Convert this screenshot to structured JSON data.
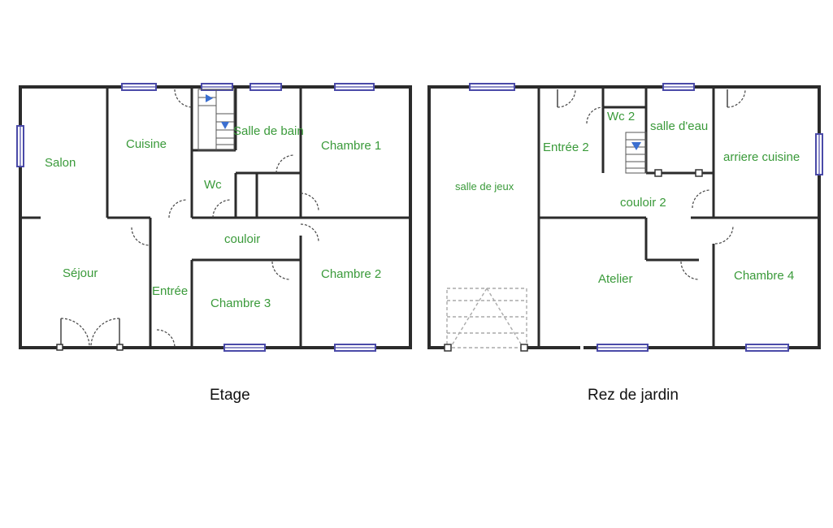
{
  "plans": [
    {
      "caption": "Etage",
      "rooms": {
        "salon": "Salon",
        "cuisine": "Cuisine",
        "salle_de_bain": "Salle de bain",
        "chambre1": "Chambre 1",
        "wc": "Wc",
        "couloir": "couloir",
        "sejour": "Séjour",
        "entree": "Entrée",
        "chambre3": "Chambre 3",
        "chambre2": "Chambre 2"
      }
    },
    {
      "caption": "Rez de jardin",
      "rooms": {
        "salle_de_jeux": "salle de jeux",
        "entree2": "Entrée 2",
        "wc2": "Wc 2",
        "salle_deau": "salle d'eau",
        "arriere_cuisine": "arriere cuisine",
        "couloir2": "couloir 2",
        "atelier": "Atelier",
        "chambre4": "Chambre 4"
      }
    }
  ],
  "colors": {
    "room_label": "#3a9a3a",
    "wall": "#2b2b2b",
    "window": "#4a4aa8",
    "stair_arrow": "#3b6fd0"
  }
}
